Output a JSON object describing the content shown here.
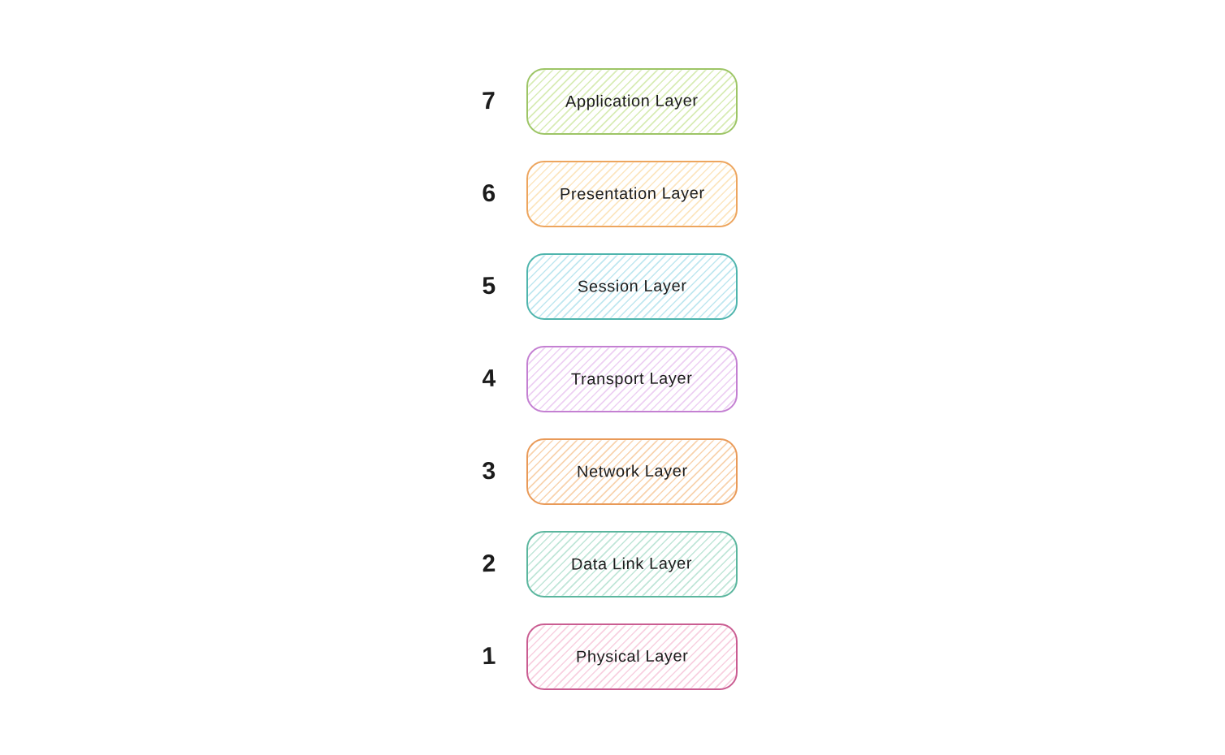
{
  "diagram": {
    "type": "osi-model-stack",
    "background": "#ffffff",
    "text_color": "#1c1c1c",
    "layers": [
      {
        "number": "7",
        "label": "Application Layer",
        "border_color": "#9dc566",
        "hatch_color": "#d8ecb5"
      },
      {
        "number": "6",
        "label": "Presentation Layer",
        "border_color": "#eda55e",
        "hatch_color": "#fce6c0"
      },
      {
        "number": "5",
        "label": "Session Layer",
        "border_color": "#4fb5ad",
        "hatch_color": "#bfe7f0"
      },
      {
        "number": "4",
        "label": "Transport Layer",
        "border_color": "#c480d2",
        "hatch_color": "#edd0f3"
      },
      {
        "number": "3",
        "label": "Network Layer",
        "border_color": "#e99a58",
        "hatch_color": "#f8d3ae"
      },
      {
        "number": "2",
        "label": "Data Link Layer",
        "border_color": "#5bb69e",
        "hatch_color": "#c0e6d8"
      },
      {
        "number": "1",
        "label": "Physical Layer",
        "border_color": "#ca5d92",
        "hatch_color": "#f8d0e0"
      }
    ]
  }
}
